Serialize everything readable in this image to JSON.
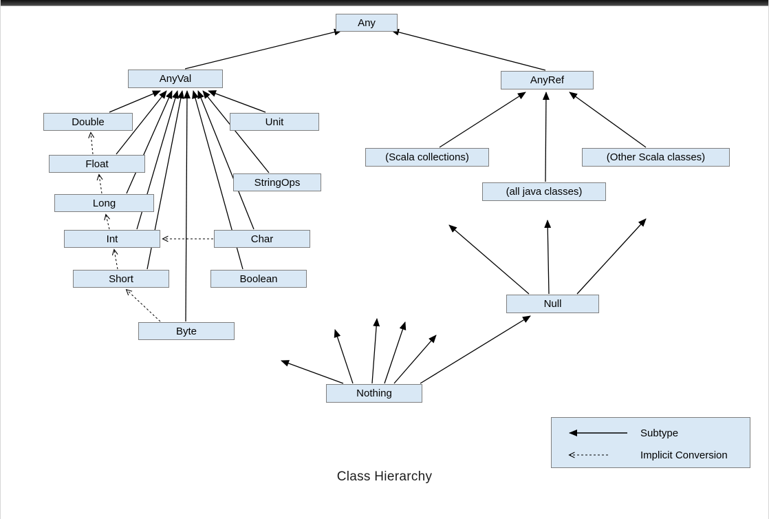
{
  "diagram": {
    "caption": "Class Hierarchy",
    "nodes": {
      "any": "Any",
      "anyval": "AnyVal",
      "anyref": "AnyRef",
      "double": "Double",
      "unit": "Unit",
      "float": "Float",
      "stringops": "StringOps",
      "long": "Long",
      "int": "Int",
      "char": "Char",
      "short": "Short",
      "boolean": "Boolean",
      "byte": "Byte",
      "scala_collections": "(Scala collections)",
      "other_scala_classes": "(Other Scala classes)",
      "all_java_classes": "(all java classes)",
      "null": "Null",
      "nothing": "Nothing"
    },
    "subtype_edges": [
      {
        "from": "AnyVal",
        "to": "Any"
      },
      {
        "from": "AnyRef",
        "to": "Any"
      },
      {
        "from": "Double",
        "to": "AnyVal"
      },
      {
        "from": "Float",
        "to": "AnyVal"
      },
      {
        "from": "Long",
        "to": "AnyVal"
      },
      {
        "from": "Int",
        "to": "AnyVal"
      },
      {
        "from": "Short",
        "to": "AnyVal"
      },
      {
        "from": "Byte",
        "to": "AnyVal"
      },
      {
        "from": "Boolean",
        "to": "AnyVal"
      },
      {
        "from": "Char",
        "to": "AnyVal"
      },
      {
        "from": "StringOps",
        "to": "AnyVal"
      },
      {
        "from": "Unit",
        "to": "AnyVal"
      },
      {
        "from": "(Scala collections)",
        "to": "AnyRef"
      },
      {
        "from": "(all java classes)",
        "to": "AnyRef"
      },
      {
        "from": "(Other Scala classes)",
        "to": "AnyRef"
      },
      {
        "from": "Null",
        "to": "(Scala collections)"
      },
      {
        "from": "Null",
        "to": "(all java classes)"
      },
      {
        "from": "Null",
        "to": "(Other Scala classes)"
      },
      {
        "from": "Nothing",
        "to": "Null"
      },
      {
        "from": "Nothing",
        "to": "(fan of unlabeled arrows toward all classes)"
      }
    ],
    "implicit_conversion_edges": [
      {
        "from": "Byte",
        "to": "Short"
      },
      {
        "from": "Short",
        "to": "Int"
      },
      {
        "from": "Char",
        "to": "Int"
      },
      {
        "from": "Int",
        "to": "Long"
      },
      {
        "from": "Long",
        "to": "Float"
      },
      {
        "from": "Float",
        "to": "Double"
      }
    ],
    "legend": {
      "subtype": "Subtype",
      "implicit_conversion": "Implicit Conversion"
    },
    "colors": {
      "node_fill": "#d9e8f5",
      "node_border": "#7e7e7e",
      "arrow": "#000000"
    }
  }
}
